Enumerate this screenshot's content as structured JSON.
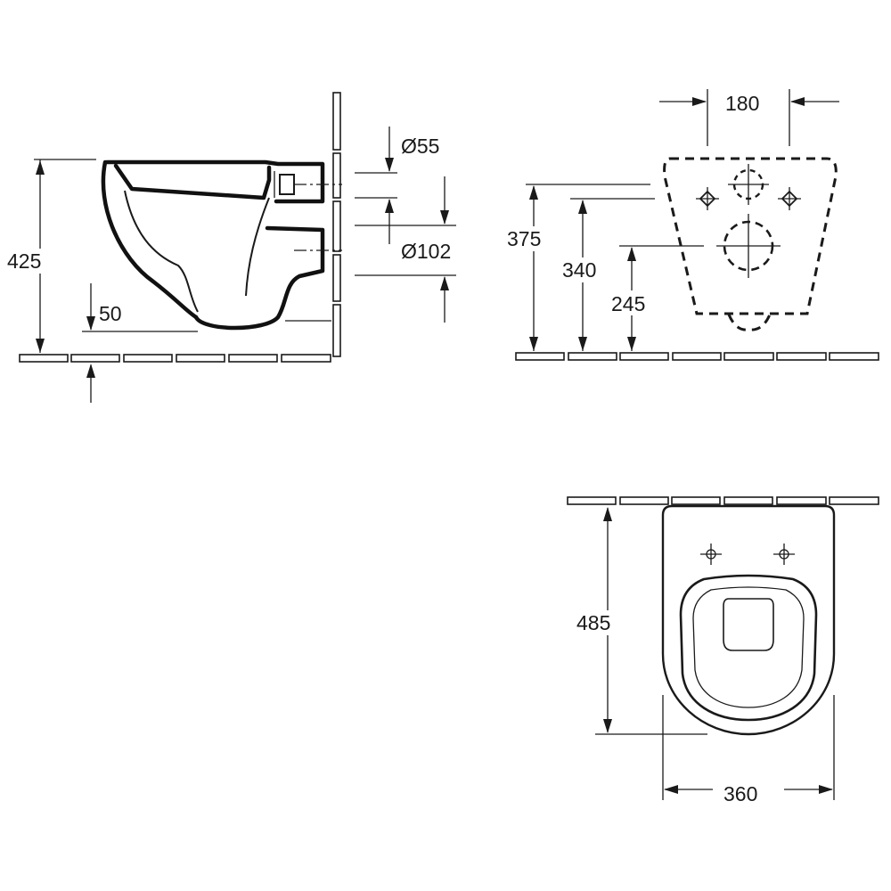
{
  "side_view": {
    "height": "425",
    "floor_gap": "50",
    "inlet_diameter": "Ø55",
    "outlet_diameter": "Ø102"
  },
  "rear_view": {
    "bolt_spacing": "180",
    "inlet_height": "375",
    "bolt_height": "340",
    "outlet_height": "245"
  },
  "top_view": {
    "depth": "485",
    "width": "360"
  }
}
